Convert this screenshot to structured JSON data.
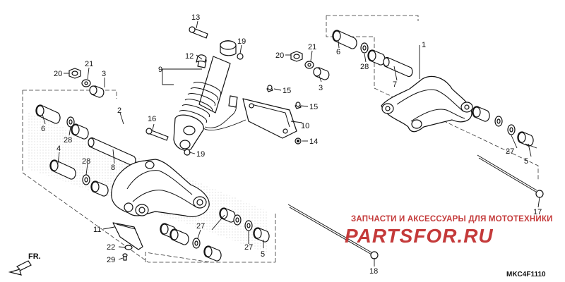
{
  "callouts": {
    "c1": "1",
    "c2": "2",
    "c3a": "3",
    "c3b": "3",
    "c4": "4",
    "c5a": "5",
    "c5b": "5",
    "c6a": "6",
    "c6b": "6",
    "c7": "7",
    "c8": "8",
    "c9": "9",
    "c10": "10",
    "c11": "11",
    "c12": "12",
    "c13": "13",
    "c14": "14",
    "c15a": "15",
    "c15b": "15",
    "c16": "16",
    "c17": "17",
    "c18": "18",
    "c19a": "19",
    "c19b": "19",
    "c20a": "20",
    "c20b": "20",
    "c21a": "21",
    "c21b": "21",
    "c22": "22",
    "c27a": "27",
    "c27b": "27",
    "c27c": "27",
    "c28a": "28",
    "c28b": "28",
    "c28c": "28",
    "c29": "29"
  },
  "direction_label": "FR.",
  "diagram_code": "MKC4F1110",
  "watermark": {
    "tagline": "ЗАПЧАСТИ И АКСЕССУАРЫ ДЛЯ МОТОТЕХНИКИ",
    "brand": "PARTSFOR.RU"
  },
  "colors": {
    "lines": "#111111",
    "watermark": "#c43a3a"
  }
}
